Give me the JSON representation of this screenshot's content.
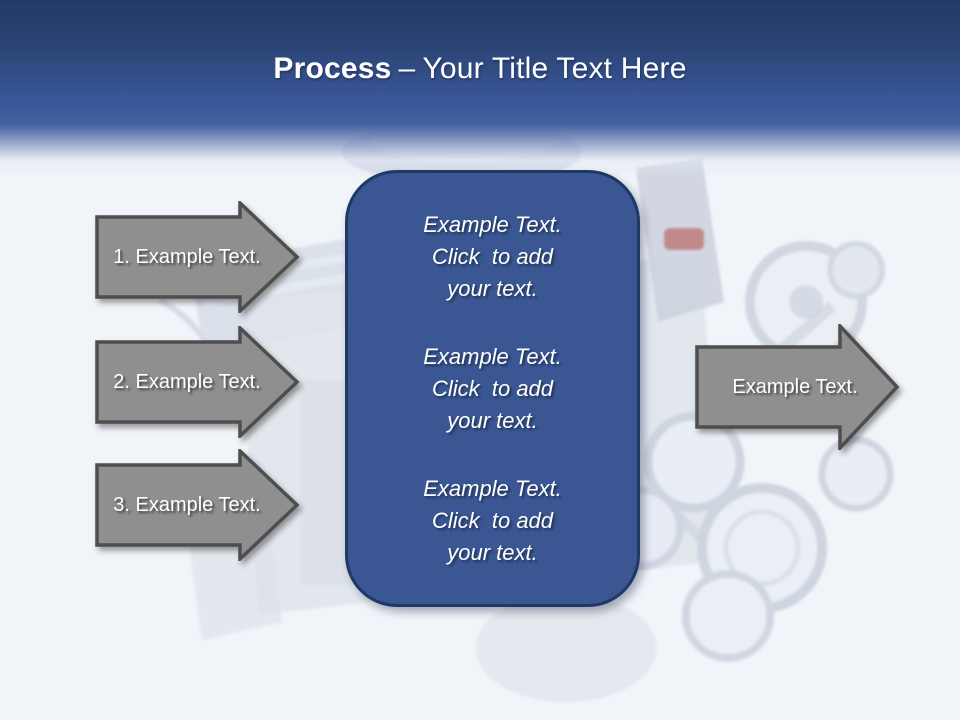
{
  "slide": {
    "title": {
      "emphasis": "Process",
      "separator": "–",
      "rest": "Your Title Text Here"
    },
    "steps": [
      {
        "label": "1. Example Text."
      },
      {
        "label": "2. Example Text."
      },
      {
        "label": "3. Example Text."
      }
    ],
    "center_box": {
      "paragraphs": [
        "Example Text.\nClick  to add\nyour text.",
        "Example Text.\nClick  to add\nyour text.",
        "Example Text.\nClick  to add\nyour text."
      ]
    },
    "output_arrow": {
      "label": "Example Text."
    },
    "background_watermark": "faded-car-engine-photo",
    "colors": {
      "header_top": "#223A66",
      "header_mid": "#3A579A",
      "body_background": "#F1F4F9",
      "box_fill": "#3A5794",
      "box_border": "#1F3866",
      "arrow_fill": "#8F8F8F",
      "arrow_border": "#4E4E4E",
      "text": "#FFFFFF"
    }
  }
}
